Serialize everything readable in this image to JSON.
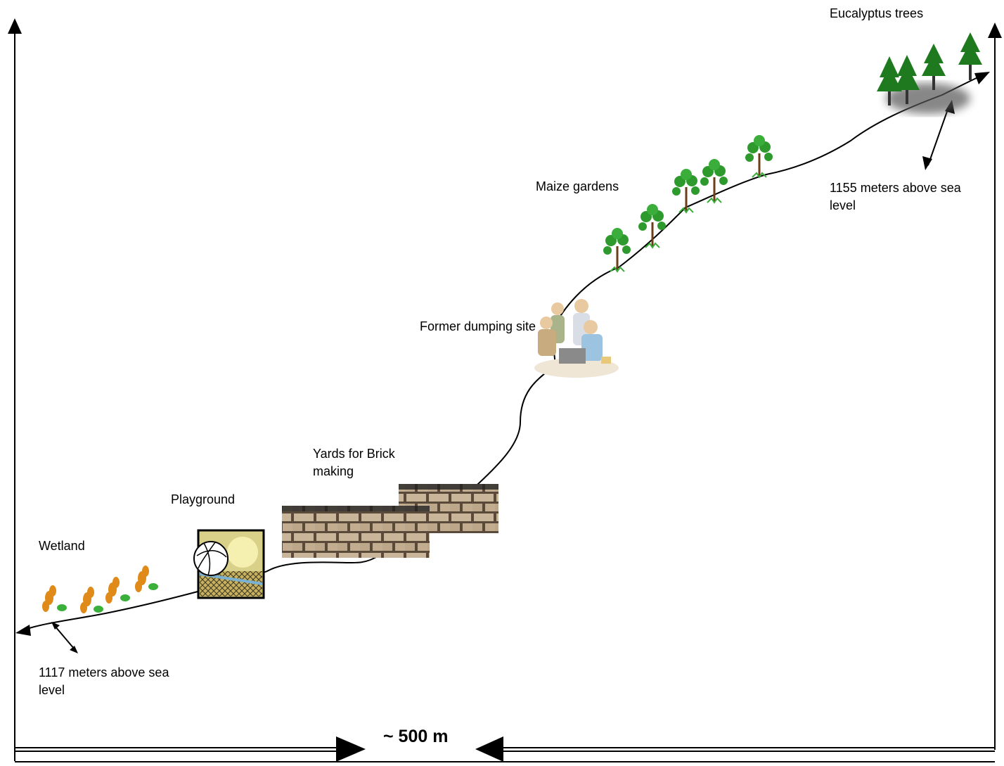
{
  "labels": {
    "eucalyptus": "Eucalyptus trees",
    "top_elevation": "1155 meters above sea level",
    "maize": "Maize gardens",
    "dumping": "Former dumping site",
    "brick": "Yards for Brick making",
    "playground": "Playground",
    "wetland": "Wetland",
    "bottom_elevation": "1117 meters above sea level",
    "distance": "~ 500 m"
  },
  "elevation": {
    "low_m": 1117,
    "high_m": 1155,
    "horizontal_distance_m": 500
  },
  "colors": {
    "tree_green": "#1f7a1f",
    "leaf_orange": "#e08a1a",
    "brick": "#c9b59a",
    "court_bg": "#d9d08a"
  },
  "icons": [
    "pine-tree-icon",
    "maize-plant-icon",
    "people-group-icon",
    "brick-wall-icon",
    "volleyball-icon",
    "wetland-plant-icon"
  ]
}
